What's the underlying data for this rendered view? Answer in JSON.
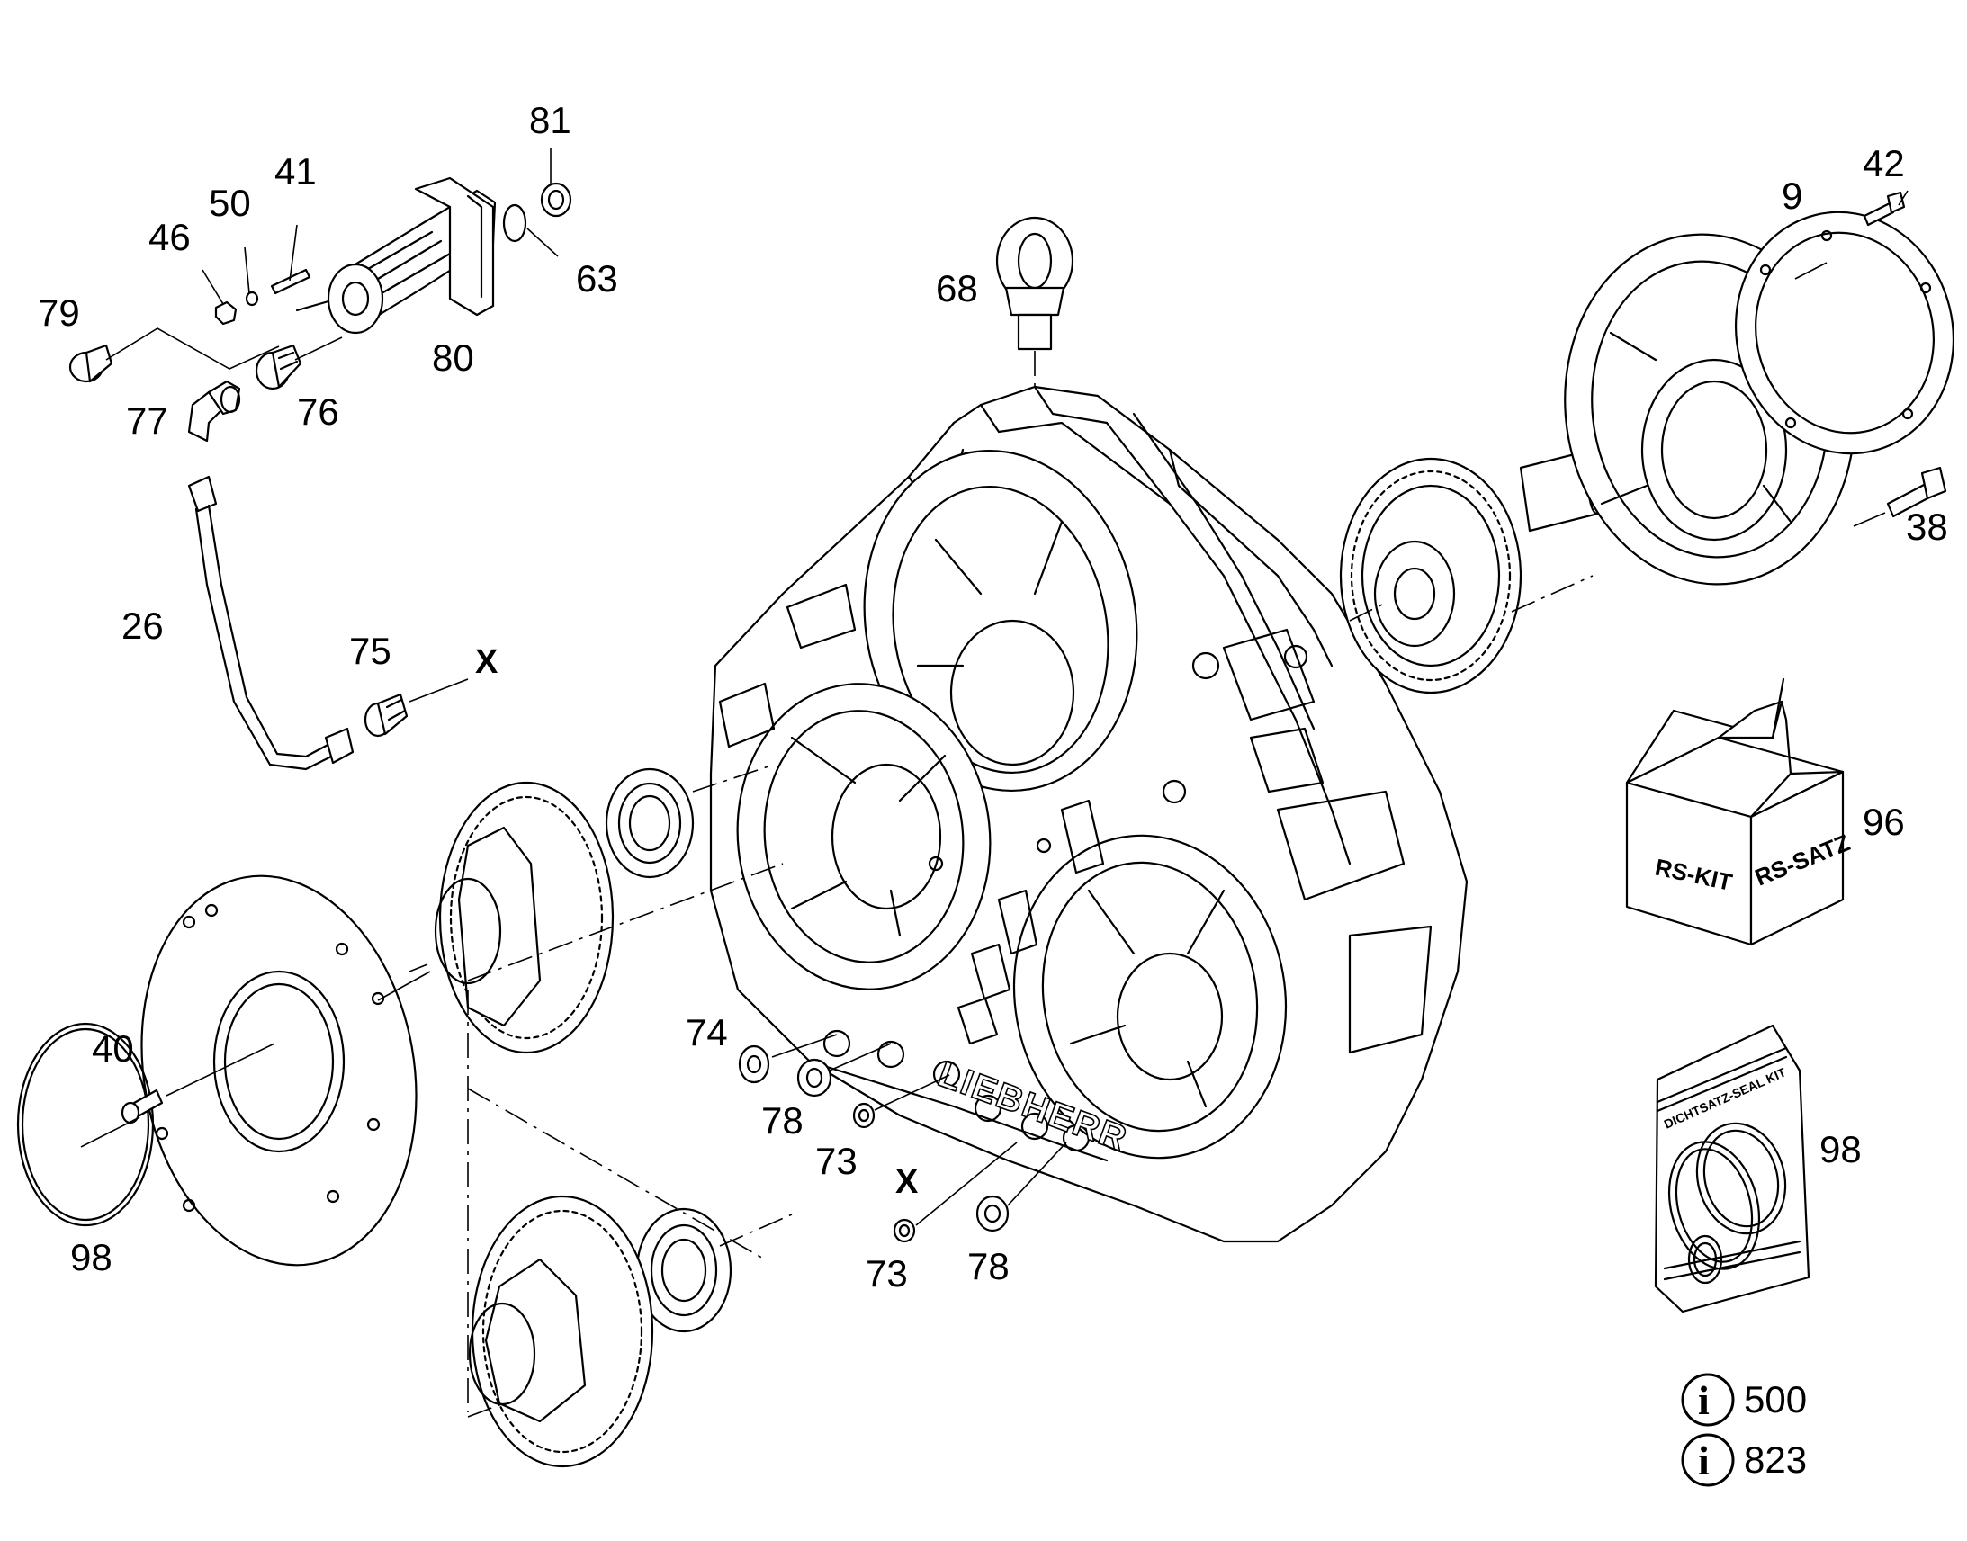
{
  "callouts": {
    "c81": "81",
    "c41": "41",
    "c50": "50",
    "c46": "46",
    "c79": "79",
    "c63": "63",
    "c80": "80",
    "c76": "76",
    "c77": "77",
    "c68": "68",
    "c42": "42",
    "c9": "9",
    "c38": "38",
    "c26": "26",
    "c75": "75",
    "x1": "X",
    "c96": "96",
    "c74": "74",
    "c40": "40",
    "c78a": "78",
    "c73a": "73",
    "x2": "X",
    "c98a": "98",
    "c73b": "73",
    "c78b": "78",
    "c98b": "98"
  },
  "box_labels": {
    "left": "RS-KIT",
    "right": "RS-SATZ"
  },
  "bag_label": "DICHTSATZ-SEAL KIT",
  "casting_text": "LIEBHERR",
  "info_refs": [
    {
      "icon": "info-icon",
      "number": "500"
    },
    {
      "icon": "info-icon",
      "number": "823"
    }
  ]
}
